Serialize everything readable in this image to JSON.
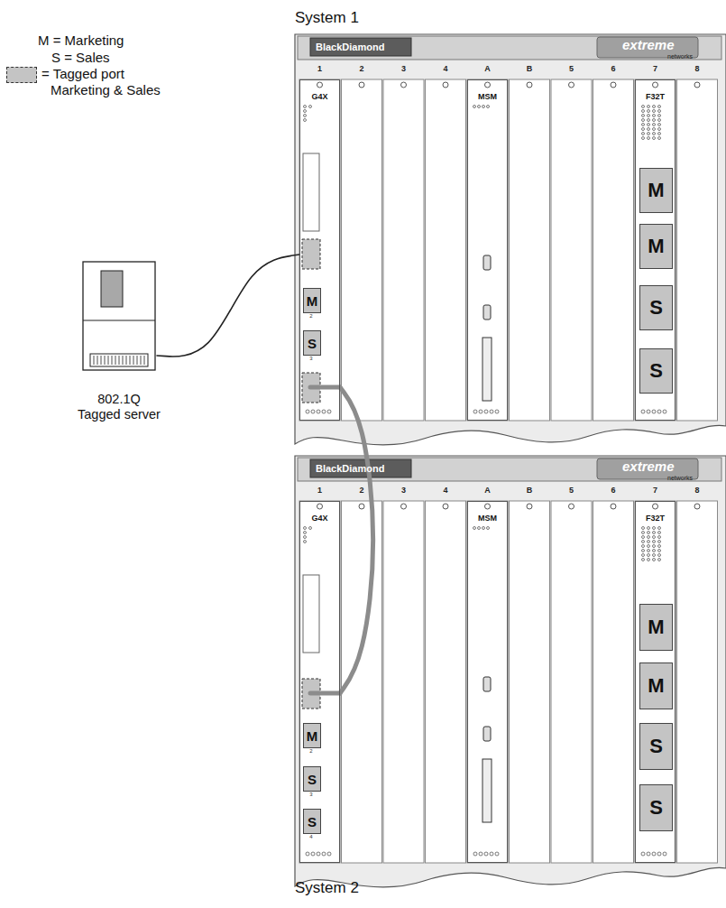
{
  "diagram": {
    "nodes": [
      {
        "text": [
          "System 1"
        ]
      },
      {
        "text": [
          "G4X"
        ],
        "in": 0
      },
      {
        "text": [
          "M"
        ],
        "in": 1
      },
      {
        "text": [
          "S"
        ],
        "in": 1
      },
      {
        "text": [
          "MSM"
        ],
        "in": 0
      },
      {
        "text": [
          "F32T"
        ],
        "in": 0
      },
      {
        "text": [
          "M"
        ],
        "in": 5
      },
      {
        "text": [
          "M"
        ],
        "in": 5
      },
      {
        "text": [
          "S"
        ],
        "in": 5
      },
      {
        "text": [
          "S"
        ],
        "in": 5
      },
      {
        "text": [
          "802.1Q Tagged server"
        ]
      },
      {
        "text": [
          "System 2"
        ]
      },
      {
        "text": [
          "G4X"
        ],
        "in": 11
      },
      {
        "text": [
          "M"
        ],
        "in": 12
      },
      {
        "text": [
          "S"
        ],
        "in": 12
      },
      {
        "text": [
          "S"
        ],
        "in": 12
      },
      {
        "text": [
          "MSM"
        ],
        "in": 11
      },
      {
        "text": [
          "F32T"
        ],
        "in": 11
      },
      {
        "text": [
          "M"
        ],
        "in": 17
      },
      {
        "text": [
          "M"
        ],
        "in": 17
      },
      {
        "text": [
          "S"
        ],
        "in": 17
      },
      {
        "text": [
          "S"
        ],
        "in": 17
      }
    ],
    "edges": [
      {
        "from": 10,
        "to": 1,
        "arrow": "none"
      },
      {
        "from": 1,
        "to": 12,
        "arrow": "none"
      }
    ],
    "labels": [
      "BlackDiamond",
      "extreme",
      "networks",
      "1",
      "2",
      "3",
      "4",
      "A",
      "B",
      "5",
      "6",
      "7",
      "8",
      "2",
      "3",
      "BlackDiamond",
      "extreme",
      "networks",
      "1",
      "2",
      "3",
      "4",
      "A",
      "B",
      "5",
      "6",
      "7",
      "8",
      "2",
      "3",
      "4"
    ],
    "legend": [
      {
        "text": "M = Marketing"
      },
      {
        "text": "S = Sales"
      },
      {
        "text": "= Tagged port Marketing & Sales",
        "color": "#c4c4c4"
      }
    ]
  }
}
